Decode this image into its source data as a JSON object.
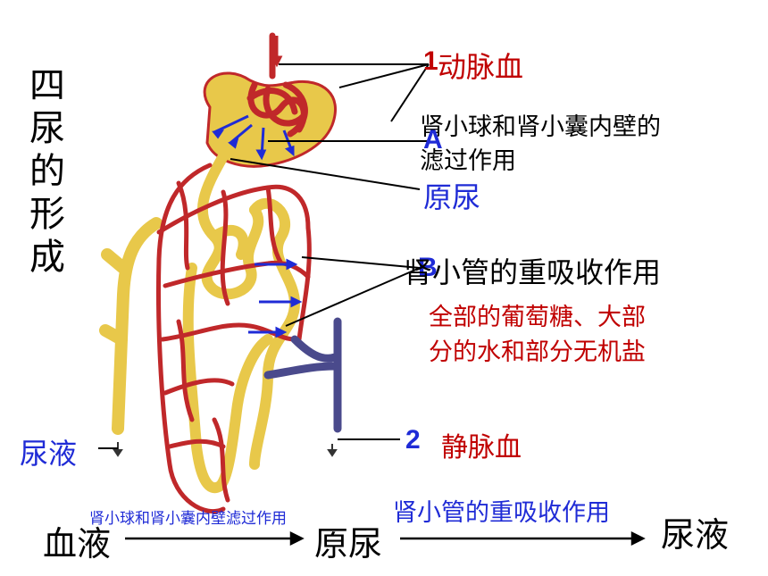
{
  "title": "四尿的形成",
  "labels": {
    "num1": "1",
    "arterial_blood": "动脉血",
    "filtration_a": "肾小球和肾小囊内壁的",
    "filtration_b": "滤过作用",
    "letter_a": "A",
    "primary_urine": "原尿",
    "letter_b": "B",
    "reabsorption": "肾小管的重吸收作用",
    "reabsorbed_a": "全部的葡萄糖、大部",
    "reabsorbed_b": "分的水和部分无机盐",
    "num2": "2",
    "venous_blood": "静脉血",
    "urine": "尿液"
  },
  "flow": {
    "step1": "血液",
    "step2": "原尿",
    "step3": "尿液",
    "process1": "肾小球和肾小囊内壁滤过作用",
    "process2": "肾小管的重吸收作用"
  },
  "colors": {
    "artery": "#c0282a",
    "vein": "#4a4a8c",
    "tubule": "#e8c84a",
    "arrow_blue": "#1f2bd6"
  }
}
